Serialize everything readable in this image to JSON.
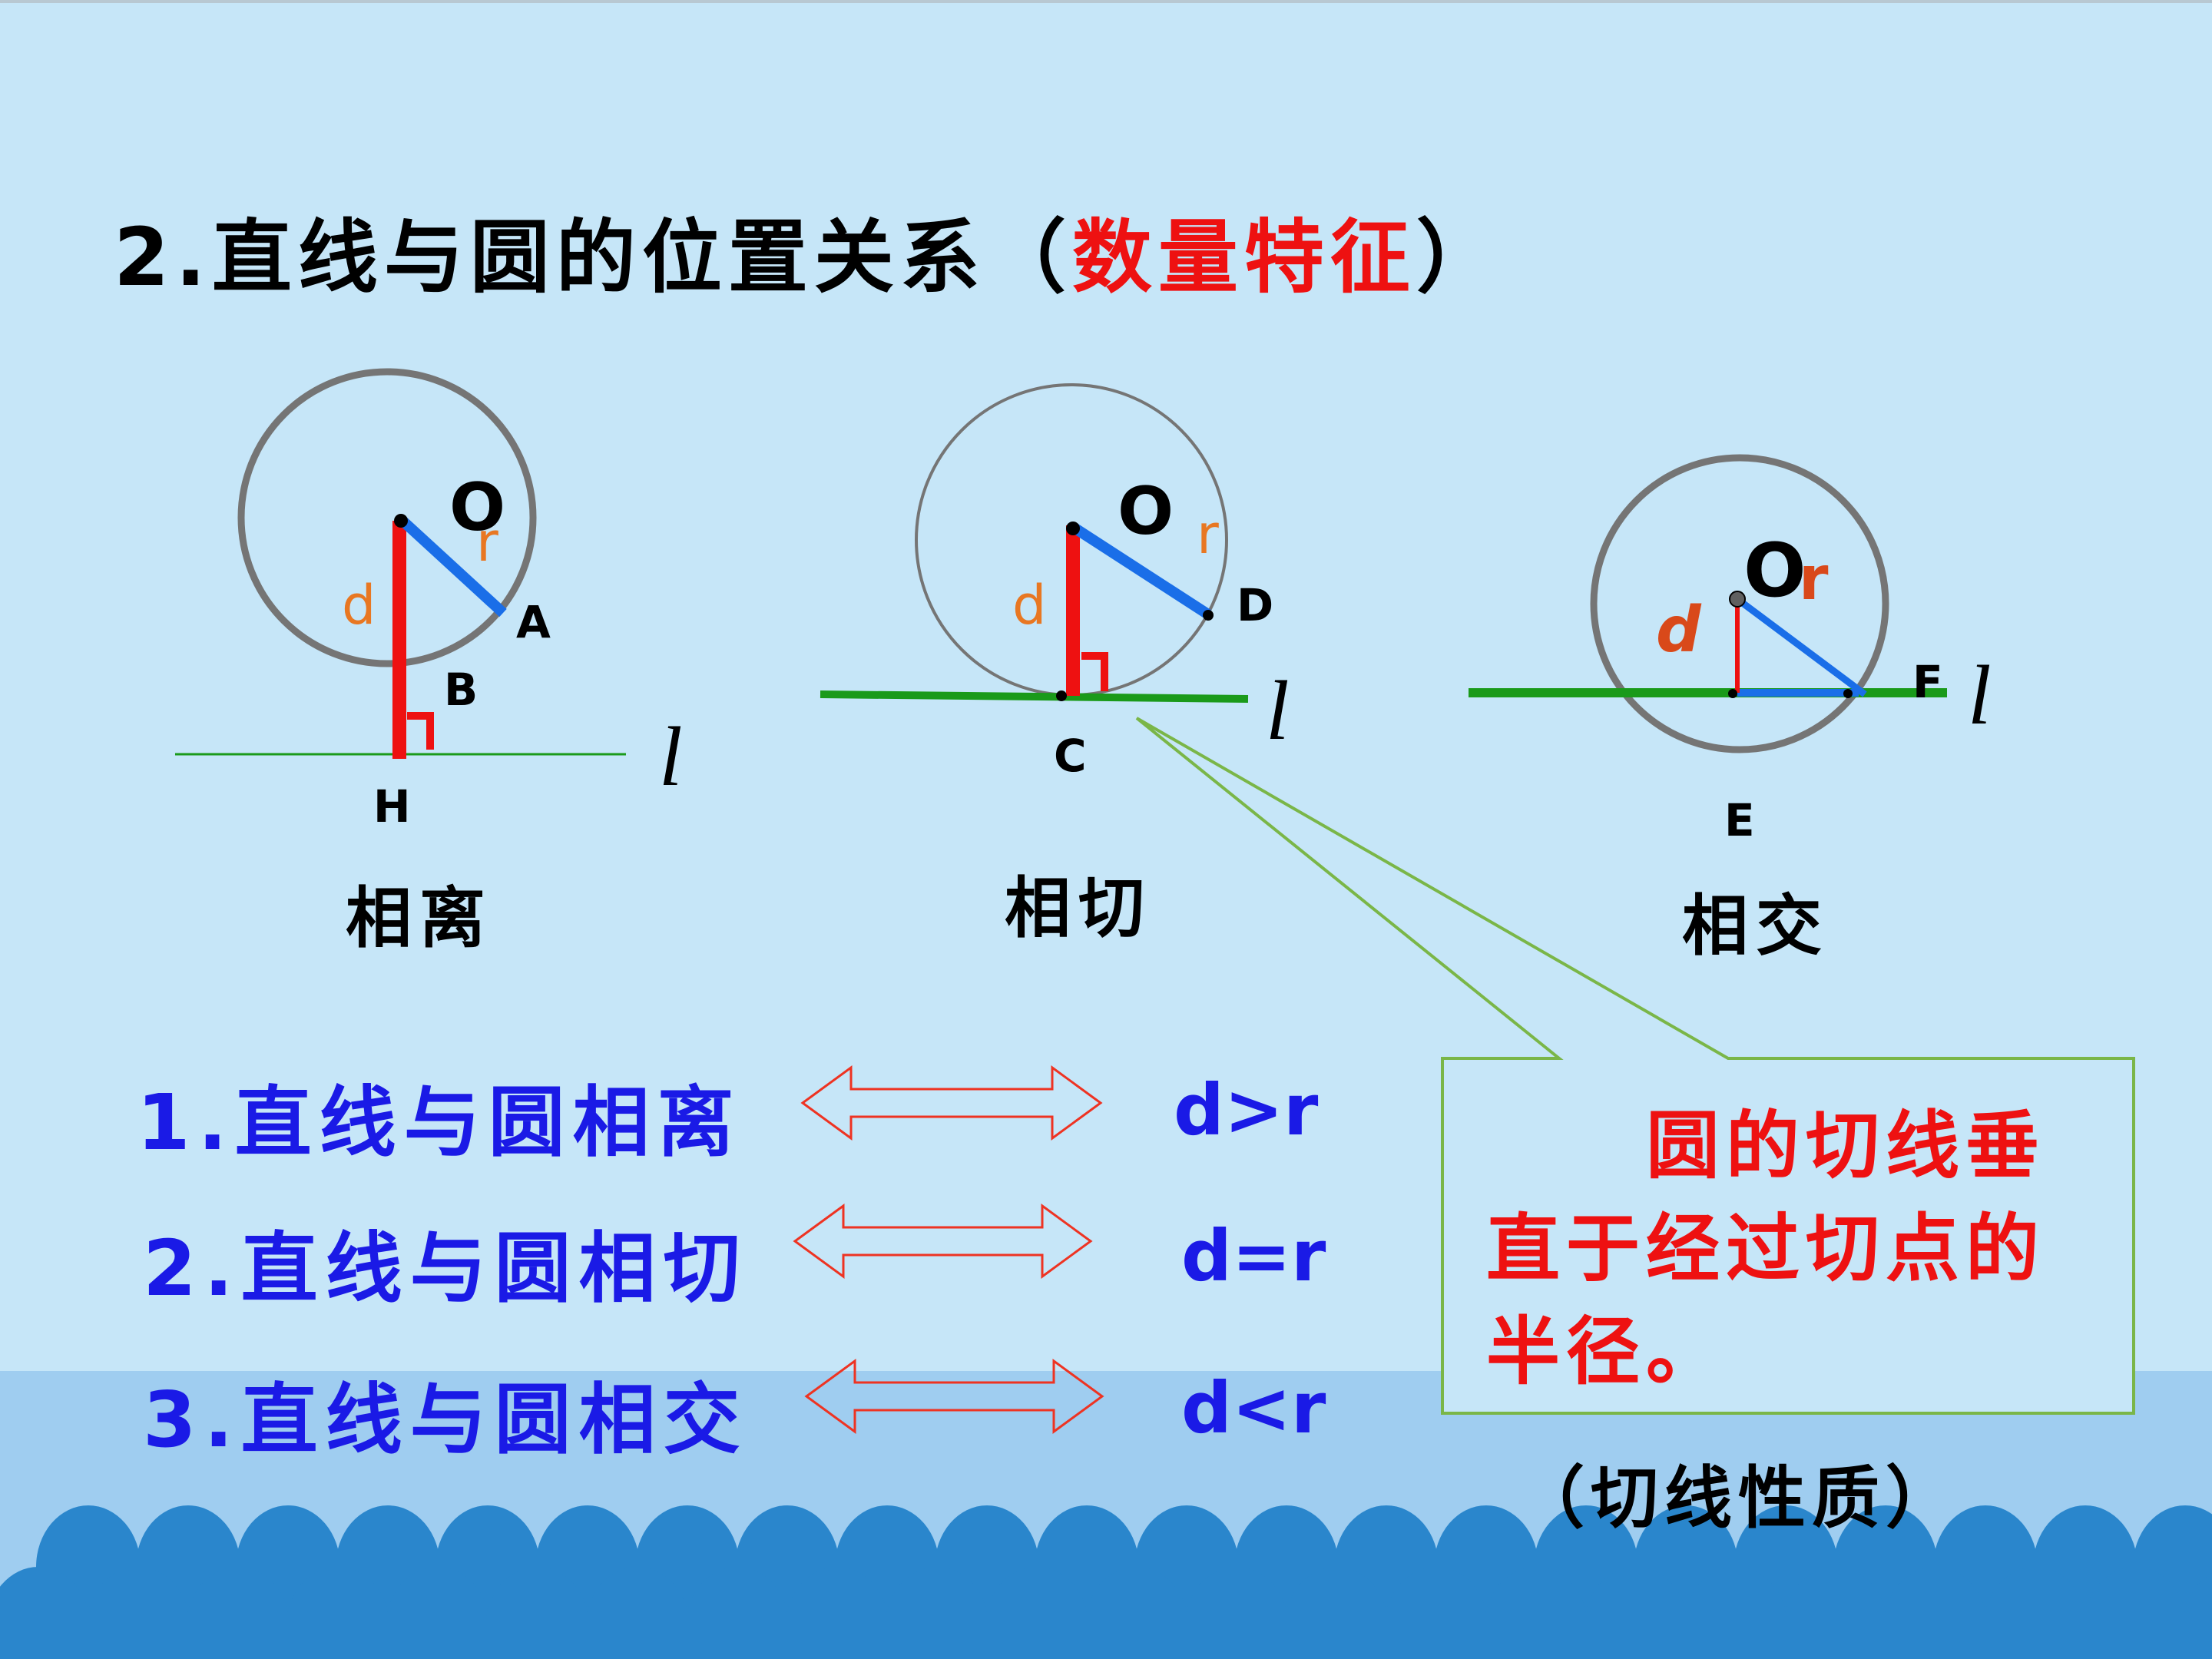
{
  "title": {
    "prefix": "2.直线与圆的位置关系（",
    "highlight": "数量特征",
    "suffix": "）"
  },
  "diagrams": {
    "separate": {
      "caption": "相离",
      "center_label": "O",
      "r_label": "r",
      "d_label": "d",
      "points": [
        "A",
        "B",
        "H"
      ],
      "line_label": "l"
    },
    "tangent": {
      "caption": "相切",
      "center_label": "O",
      "r_label": "r",
      "d_label": "d",
      "points": [
        "D",
        "C"
      ],
      "line_label": "l"
    },
    "intersect": {
      "caption": "相交",
      "center_label": "O",
      "r_label": "r",
      "d_label": "d",
      "points": [
        "F",
        "E"
      ],
      "line_label": "l"
    }
  },
  "relations": [
    {
      "label": "1.直线与圆相离",
      "condition": "d>r"
    },
    {
      "label": "2.直线与圆相切",
      "condition": "d=r"
    },
    {
      "label": "3.直线与圆相交",
      "condition": "d<r"
    }
  ],
  "callout": {
    "text": "　　圆的切线垂直于经过切点的半径。"
  },
  "note": "（切线性质）",
  "colors": {
    "background": "#c6e6f8",
    "wave_band": "#9fcdf0",
    "wave": "#2a86cc",
    "radius": "#1a6ee8",
    "distance": "#ee1111",
    "label_r": "#e87722",
    "line_green": "#1a9a1a",
    "relation_text": "#1a1ae6",
    "highlight_red": "#ee1111"
  }
}
